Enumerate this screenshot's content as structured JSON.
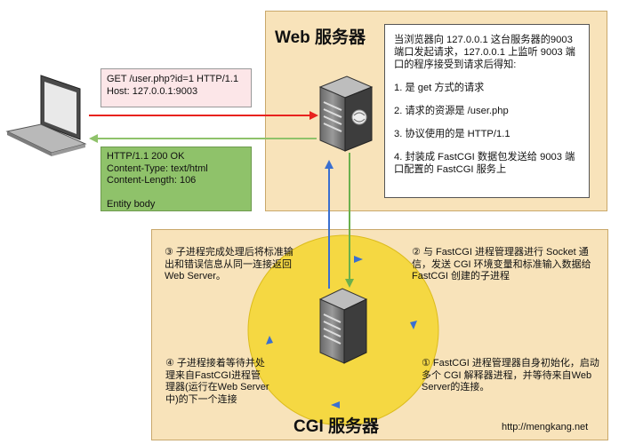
{
  "web_server": {
    "title": "Web 服务器",
    "notes": [
      [
        "当浏览器向 127.0.0.1 这台服务器的9003",
        "端口发起请求，127.0.0.1 上监听 9003 端",
        "口的程序接受到请求后得知:"
      ],
      [
        "1. 是 get 方式的请求"
      ],
      [
        "2. 请求的资源是 /user.php"
      ],
      [
        "3. 协议使用的是 HTTP/1.1"
      ],
      [
        "4. 封装成 FastCGI 数据包发送给 9003 端",
        "口配置的 FastCGI 服务上"
      ]
    ]
  },
  "request": {
    "lines": [
      "GET /user.php?id=1 HTTP/1.1",
      "Host: 127.0.0.1:9003"
    ]
  },
  "response": {
    "lines": [
      "HTTP/1.1 200 OK",
      "Content-Type: text/html",
      "Content-Length: 106",
      "",
      "Entity body"
    ]
  },
  "cgi_server": {
    "title": "CGI 服务器",
    "steps": {
      "step1": [
        "① FastCGI 进程管理器自身初始化，启动",
        "多个 CGI 解释器进程，并等待来自Web",
        "Server的连接。"
      ],
      "step2": [
        "② 与 FastCGI 进程管理器进行 Socket 通",
        "信，发送 CGI 环境变量和标准输入数据给",
        "FastCGI 创建的子进程"
      ],
      "step3": [
        "③ 子进程完成处理后将标准输",
        "出和错误信息从同一连接返回",
        "Web Server。"
      ],
      "step4": [
        "④ 子进程接着等待并处",
        "理来自FastCGI进程管",
        "理器(运行在Web Server",
        "中)的下一个连接"
      ]
    },
    "watermark": "http://mengkang.net"
  },
  "colors": {
    "server_box": "#f8e3ba",
    "cycle_circle": "#f5d842",
    "request_arrow": "#e8221e",
    "response_arrow": "#8fc26a",
    "up_arrow": "#3a6fd0",
    "down_arrow": "#6ab04c"
  },
  "icons": [
    "laptop-icon",
    "web-server-icon",
    "cgi-server-icon"
  ]
}
